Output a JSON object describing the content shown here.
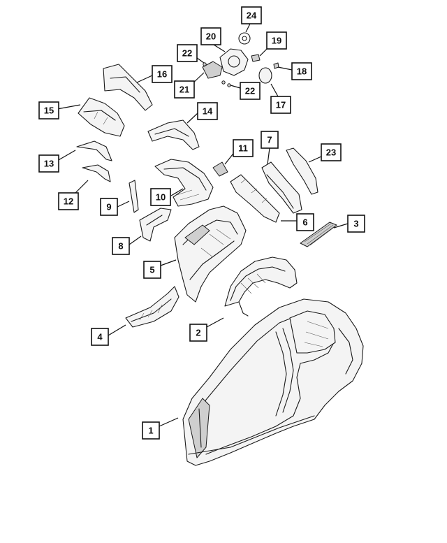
{
  "callouts": [
    {
      "label": "1"
    },
    {
      "label": "2"
    },
    {
      "label": "3"
    },
    {
      "label": "4"
    },
    {
      "label": "5"
    },
    {
      "label": "6"
    },
    {
      "label": "7"
    },
    {
      "label": "8"
    },
    {
      "label": "9"
    },
    {
      "label": "10"
    },
    {
      "label": "11"
    },
    {
      "label": "12"
    },
    {
      "label": "13"
    },
    {
      "label": "14"
    },
    {
      "label": "15"
    },
    {
      "label": "16"
    },
    {
      "label": "17"
    },
    {
      "label": "18"
    },
    {
      "label": "19"
    },
    {
      "label": "20"
    },
    {
      "label": "21"
    },
    {
      "label": "22"
    },
    {
      "label": "22"
    },
    {
      "label": "23"
    },
    {
      "label": "24"
    }
  ],
  "colors": {
    "line": "#111111",
    "background": "#ffffff",
    "part_shade": "#cfcfcf"
  }
}
